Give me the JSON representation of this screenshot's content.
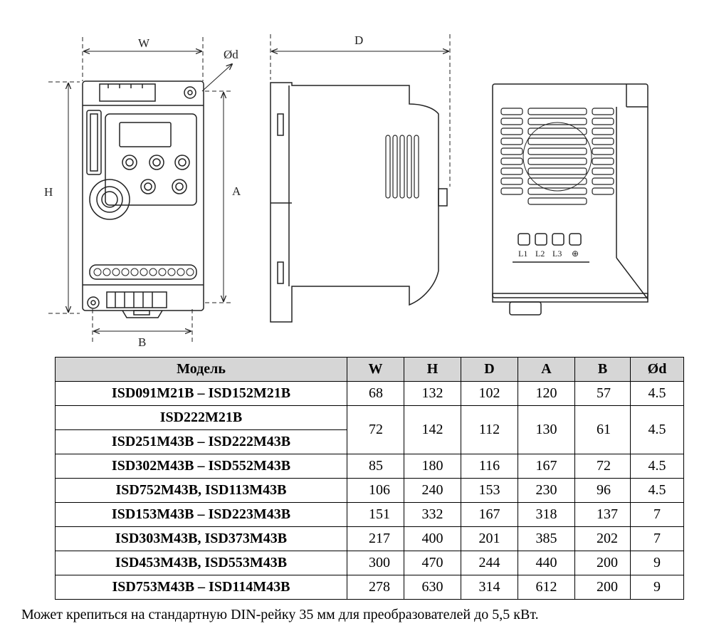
{
  "drawing_labels": {
    "w": "W",
    "d_depth": "D",
    "od": "Ød",
    "h": "H",
    "a": "A",
    "b": "B",
    "terminals": [
      "L1",
      "L2",
      "L3",
      "⊕"
    ]
  },
  "table": {
    "headers": [
      "Модель",
      "W",
      "H",
      "D",
      "A",
      "B",
      "Ød"
    ],
    "rows": [
      {
        "models": [
          "ISD091M21B – ISD152M21B"
        ],
        "w": "68",
        "h": "132",
        "d": "102",
        "a": "120",
        "b": "57",
        "od": "4.5"
      },
      {
        "models": [
          "ISD222M21B",
          "ISD251M43B – ISD222M43B"
        ],
        "w": "72",
        "h": "142",
        "d": "112",
        "a": "130",
        "b": "61",
        "od": "4.5"
      },
      {
        "models": [
          "ISD302M43B – ISD552M43B"
        ],
        "w": "85",
        "h": "180",
        "d": "116",
        "a": "167",
        "b": "72",
        "od": "4.5"
      },
      {
        "models": [
          "ISD752M43B, ISD113M43B"
        ],
        "w": "106",
        "h": "240",
        "d": "153",
        "a": "230",
        "b": "96",
        "od": "4.5"
      },
      {
        "models": [
          "ISD153M43B – ISD223M43B"
        ],
        "w": "151",
        "h": "332",
        "d": "167",
        "a": "318",
        "b": "137",
        "od": "7"
      },
      {
        "models": [
          "ISD303M43B, ISD373M43B"
        ],
        "w": "217",
        "h": "400",
        "d": "201",
        "a": "385",
        "b": "202",
        "od": "7"
      },
      {
        "models": [
          "ISD453M43B, ISD553M43B"
        ],
        "w": "300",
        "h": "470",
        "d": "244",
        "a": "440",
        "b": "200",
        "od": "9"
      },
      {
        "models": [
          "ISD753M43B – ISD114M43B"
        ],
        "w": "278",
        "h": "630",
        "d": "314",
        "a": "612",
        "b": "200",
        "od": "9"
      }
    ]
  },
  "footnote": "Может крепиться на стандартную DIN-рейку 35 мм для преобразователей до 5,5 кВт."
}
